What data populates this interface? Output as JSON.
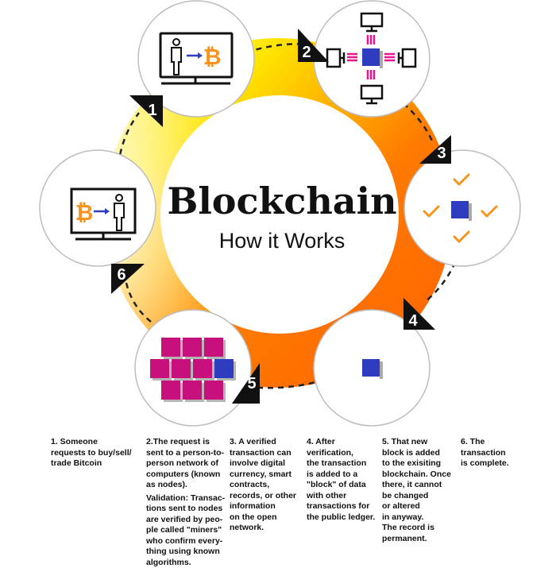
{
  "header": {
    "title": "Blockchain",
    "subtitle": "How it Works"
  },
  "steps": [
    {
      "number": "1",
      "icon": "person-to-bitcoin-icon",
      "lines": [
        "1. Someone",
        "requests to buy/sell/",
        "trade Bitcoin"
      ]
    },
    {
      "number": "2",
      "icon": "network-nodes-icon",
      "lines": [
        "2.The request is",
        "sent to a person-to-",
        "person network of",
        "computers (known",
        "as nodes)."
      ],
      "lines2": [
        "Validation: Transac-",
        "tions sent to nodes",
        "are verified by peo-",
        "ple called \"miners\"",
        "who confirm every-",
        "thing using known",
        "algorithms."
      ]
    },
    {
      "number": "3",
      "icon": "verified-block-icon",
      "lines": [
        "3. A verified",
        "transaction can",
        "involve digital",
        "currency, smart",
        "contracts,",
        "records, or other",
        "information",
        "on the open",
        "network."
      ]
    },
    {
      "number": "4",
      "icon": "block-icon",
      "lines": [
        "4. After",
        "verification,",
        "the transaction",
        "is added to a",
        "\"block\" of data",
        "with other",
        "transactions for",
        "the public ledger."
      ]
    },
    {
      "number": "5",
      "icon": "chain-of-blocks-icon",
      "lines": [
        "5. That new",
        "block is added",
        "to the exisiting",
        "blockchain. Once",
        "there, it cannot",
        "be changed",
        "or altered",
        "in anyway.",
        "The record is",
        "permanent."
      ]
    },
    {
      "number": "6",
      "icon": "bitcoin-to-person-icon",
      "lines": [
        "6. The",
        "transaction",
        "is complete."
      ]
    }
  ],
  "colors": {
    "accent_orange": "#f7941d",
    "block_blue": "#2e3dbf",
    "chain_magenta": "#c8107c",
    "network_pink": "#e8168c",
    "ring_yellow": "#ffe600",
    "ring_orange": "#ff6a00"
  }
}
